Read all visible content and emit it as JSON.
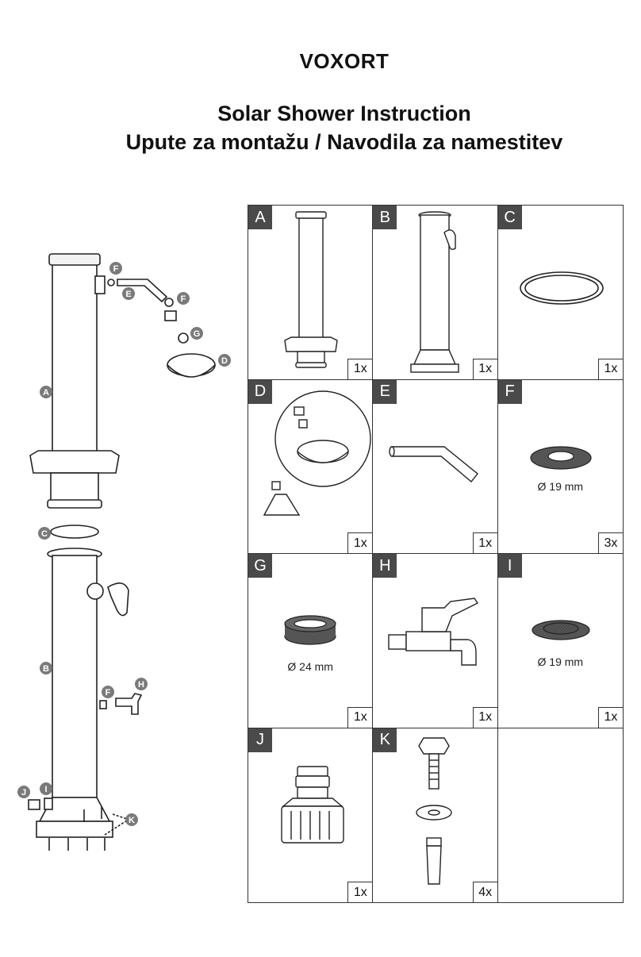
{
  "header": {
    "brand": "VOXORT",
    "title_line1": "Solar Shower Instruction",
    "title_line2": "Upute za montažu / Navodila za namestitev"
  },
  "parts": [
    {
      "letter": "A",
      "qty": "1x"
    },
    {
      "letter": "B",
      "qty": "1x"
    },
    {
      "letter": "C",
      "qty": "1x"
    },
    {
      "letter": "D",
      "qty": "1x"
    },
    {
      "letter": "E",
      "qty": "1x"
    },
    {
      "letter": "F",
      "qty": "3x",
      "dimension": "Ø 19 mm"
    },
    {
      "letter": "G",
      "qty": "1x",
      "dimension": "Ø 24 mm"
    },
    {
      "letter": "H",
      "qty": "1x"
    },
    {
      "letter": "I",
      "qty": "1x",
      "dimension": "Ø 19 mm"
    },
    {
      "letter": "J",
      "qty": "1x"
    },
    {
      "letter": "K",
      "qty": "4x"
    }
  ],
  "callouts": [
    "A",
    "B",
    "C",
    "D",
    "E",
    "F",
    "F",
    "G",
    "F",
    "H",
    "I",
    "J",
    "K"
  ],
  "colors": {
    "tag_bg": "#4a4a4a",
    "callout": "#7a7a7a",
    "line": "#333333"
  }
}
